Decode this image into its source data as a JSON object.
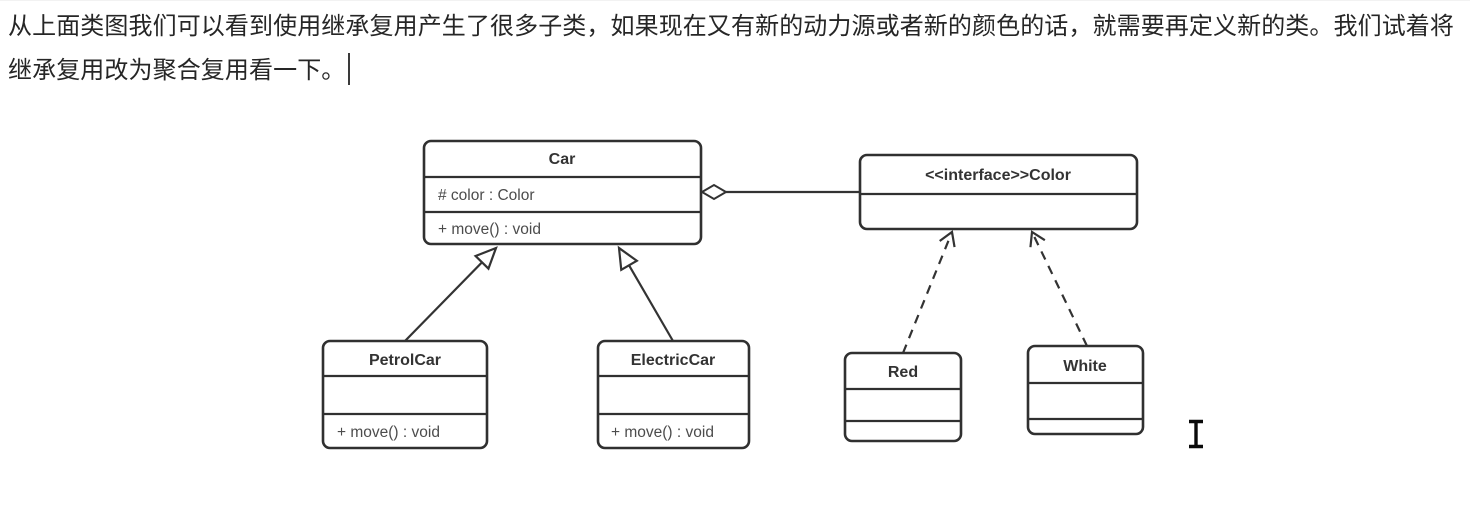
{
  "editor": {
    "paragraph_line1": "从上面类图我们可以看到使用继承复用产生了很多子类，如果现在又有新的动力源或者新的颜色的话，就需要再定义新的类。我们试着将",
    "paragraph_line2": "继承复用改为聚合复用看一下。"
  },
  "diagram": {
    "type": "uml-class-diagram",
    "nodes": {
      "car": {
        "title": "Car",
        "attribute": "# color : Color",
        "method": "+ move() : void"
      },
      "color_interface": {
        "title": "<<interface>>Color"
      },
      "petrolcar": {
        "title": "PetrolCar",
        "method": "+ move() : void"
      },
      "electriccar": {
        "title": "ElectricCar",
        "method": "+ move() : void"
      },
      "red": {
        "title": "Red"
      },
      "white": {
        "title": "White"
      }
    },
    "edges": [
      {
        "from": "PetrolCar",
        "to": "Car",
        "type": "generalization",
        "line": "solid",
        "arrow": "hollow-triangle"
      },
      {
        "from": "ElectricCar",
        "to": "Car",
        "type": "generalization",
        "line": "solid",
        "arrow": "hollow-triangle"
      },
      {
        "from": "Car",
        "to": "<<interface>>Color",
        "type": "aggregation",
        "line": "solid",
        "arrow": "hollow-diamond-at-car"
      },
      {
        "from": "Red",
        "to": "<<interface>>Color",
        "type": "realization",
        "line": "dashed",
        "arrow": "open"
      },
      {
        "from": "White",
        "to": "<<interface>>Color",
        "type": "realization",
        "line": "dashed",
        "arrow": "open"
      }
    ],
    "colors": {
      "stroke": "#303030",
      "title_text": "#333333",
      "member_text": "#4c4c4c",
      "fill": "#ffffff"
    }
  },
  "cursor": {
    "type": "text-ibeam"
  }
}
